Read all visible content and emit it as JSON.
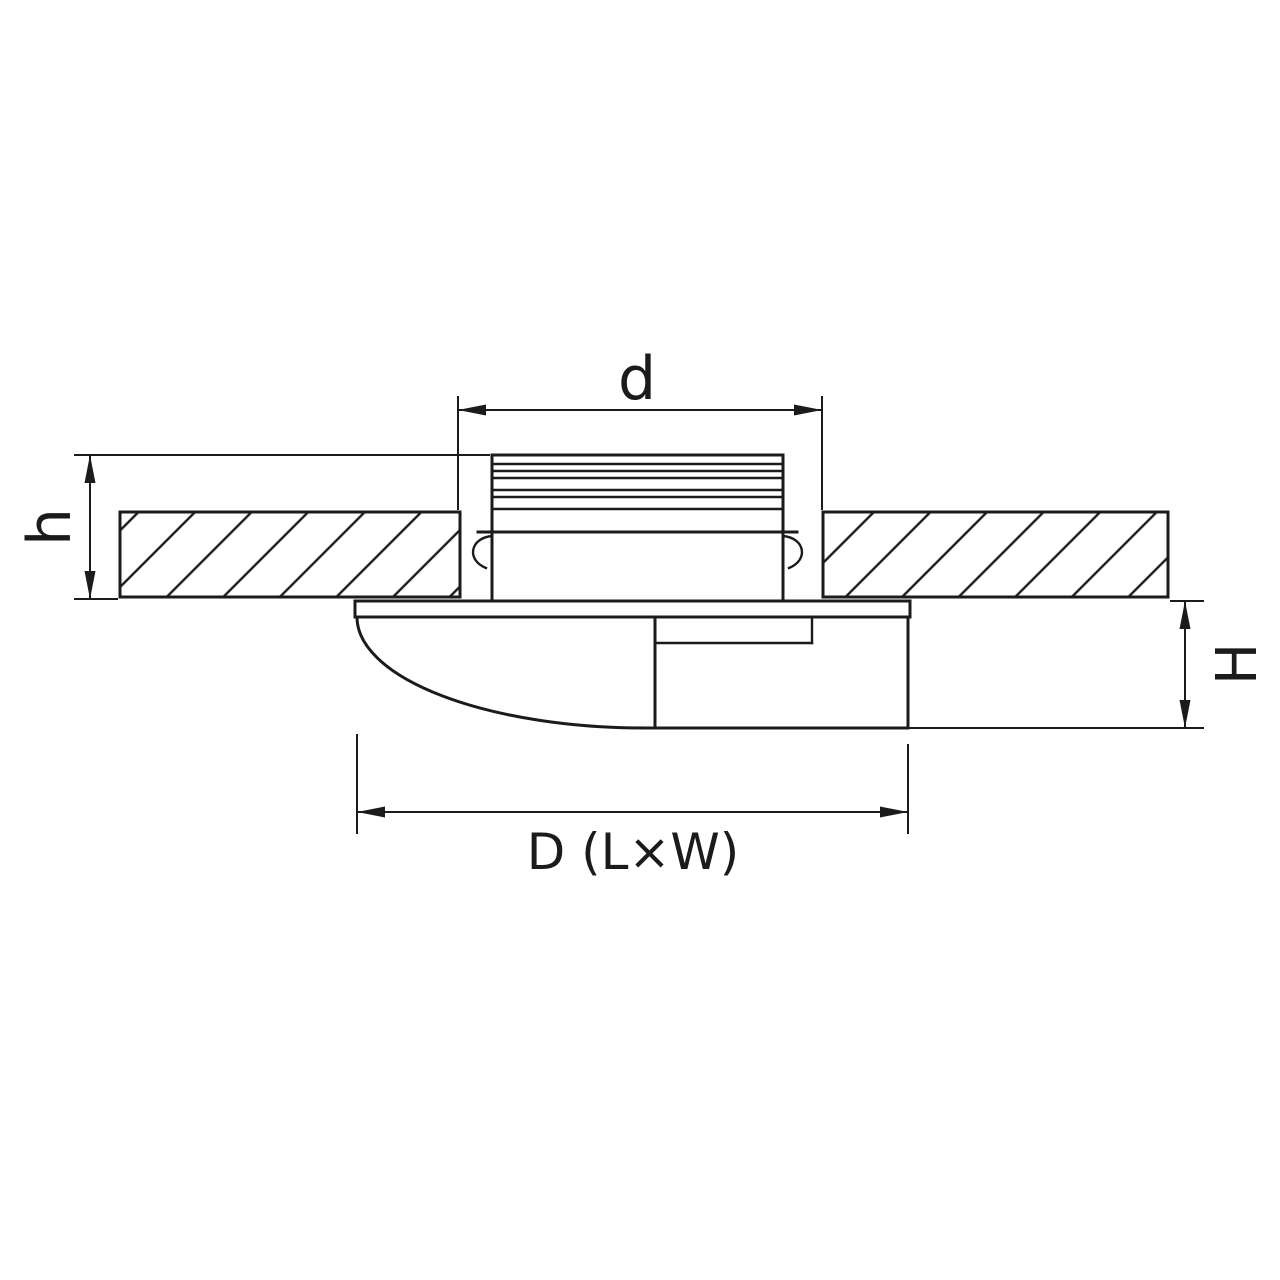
{
  "drawing": {
    "labels": {
      "hole_diameter": "d",
      "recess_depth": "h",
      "protrusion_height": "H",
      "overall_size": "D (L×W)"
    },
    "colors": {
      "line": "#1b1b1b",
      "background": "#ffffff"
    }
  }
}
